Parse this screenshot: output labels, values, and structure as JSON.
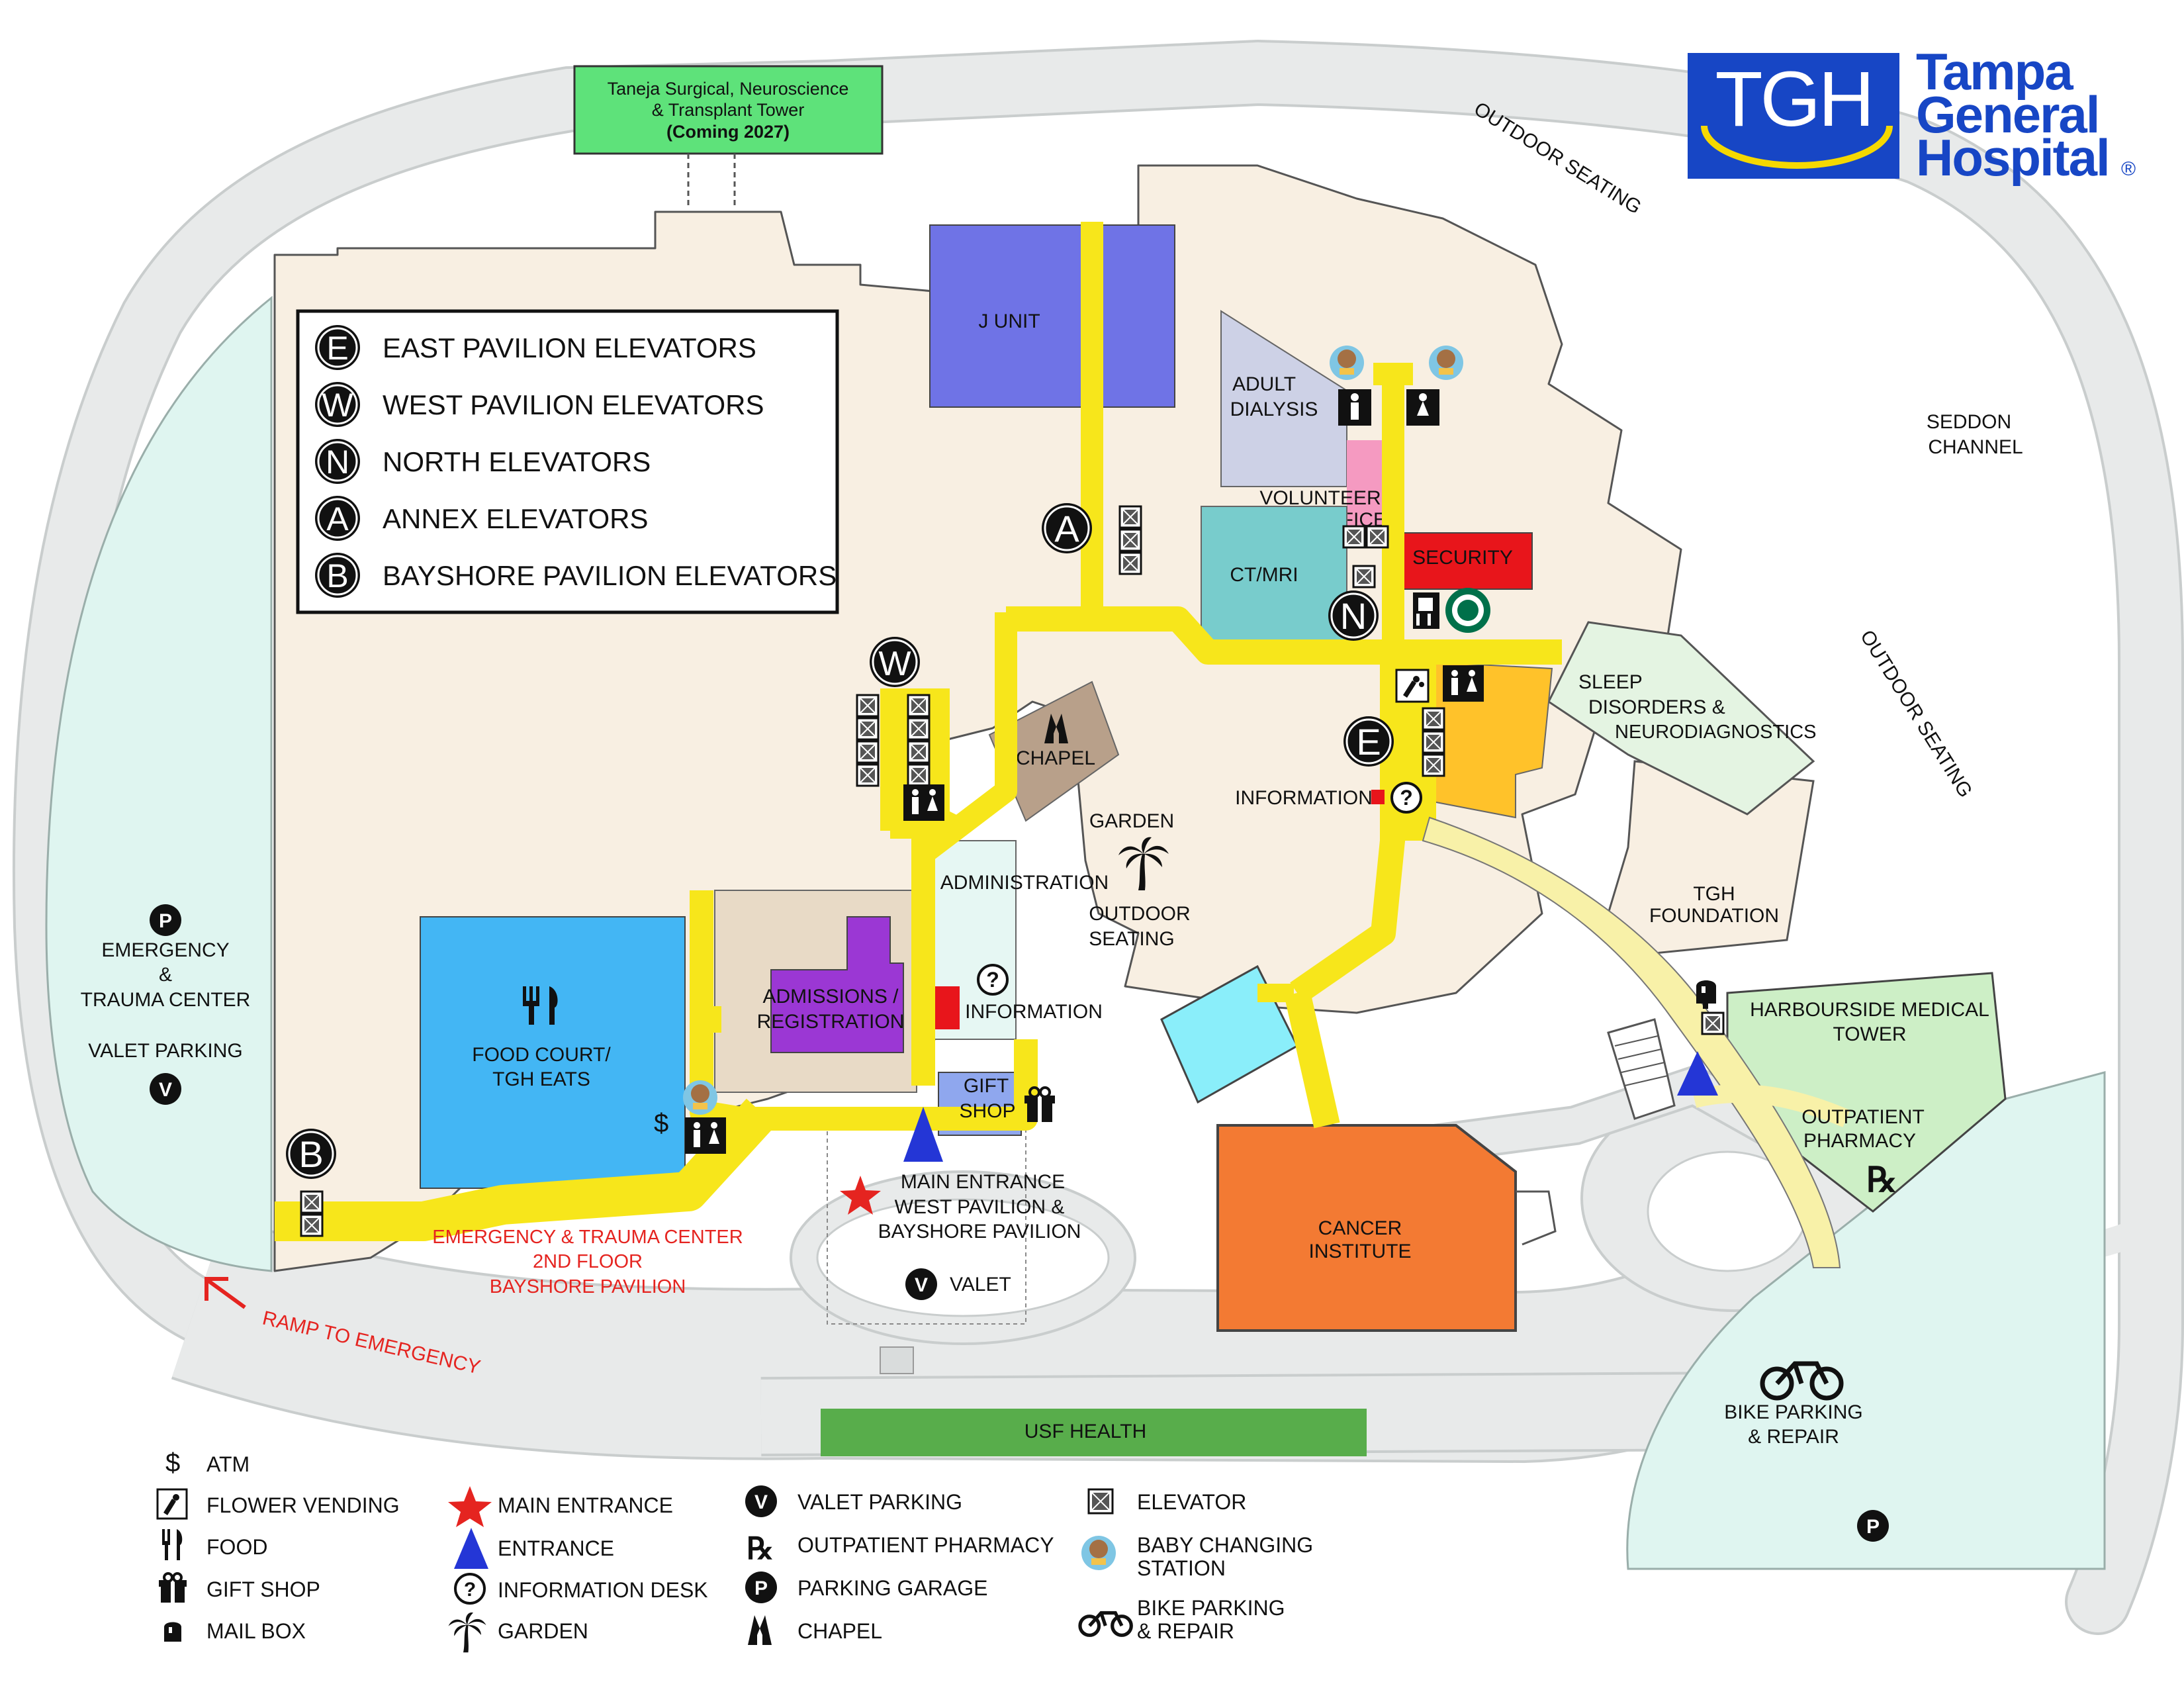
{
  "logo": {
    "mark": "TGH",
    "line1": "Tampa",
    "line2": "General",
    "line3": "Hospital",
    "registered": "®",
    "color": "#1746c5",
    "swoosh": "#f5d800"
  },
  "tower_notice": {
    "line1": "Taneja Surgical, Neuroscience",
    "line2": "& Transplant Tower",
    "line3": "(Coming 2027)"
  },
  "elevator_key": [
    {
      "letter": "E",
      "label": "EAST PAVILION ELEVATORS"
    },
    {
      "letter": "W",
      "label": "WEST PAVILION ELEVATORS"
    },
    {
      "letter": "N",
      "label": "NORTH ELEVATORS"
    },
    {
      "letter": "A",
      "label": "ANNEX ELEVATORS"
    },
    {
      "letter": "B",
      "label": "BAYSHORE PAVILION ELEVATORS"
    }
  ],
  "areas": {
    "j_unit": "J  UNIT",
    "adult_dialysis_1": "ADULT",
    "adult_dialysis_2": "DIALYSIS",
    "volunteer_1": "VOLUNTEER",
    "volunteer_2": "OFFICE",
    "ct_mri": "CT/MRI",
    "security": "SECURITY",
    "chapel": "CHAPEL",
    "garden": "GARDEN",
    "outdoor_1": "OUTDOOR",
    "outdoor_2": "SEATING",
    "information_e": "INFORMATION",
    "administration": "ADMINISTRATION",
    "information_w": "INFORMATION",
    "admissions_1": "ADMISSIONS /",
    "admissions_2": "REGISTRATION",
    "food_court_1": "FOOD COURT/",
    "food_court_2": "TGH EATS",
    "gift_1": "GIFT",
    "gift_2": "SHOP",
    "sleep_1": "SLEEP",
    "sleep_2": "DISORDERS &",
    "sleep_3": "NEURODIAGNOSTICS",
    "foundation_1": "TGH",
    "foundation_2": "FOUNDATION",
    "harbourside_1": "HARBOURSIDE MEDICAL",
    "harbourside_2": "TOWER",
    "outpatient_1": "OUTPATIENT",
    "outpatient_2": "PHARMACY",
    "cancer_1": "CANCER",
    "cancer_2": "INSTITUTE",
    "seddon_1": "SEDDON",
    "seddon_2": "CHANNEL",
    "outdoor_seating_top": "OUTDOOR SEATING",
    "outdoor_seating_right": "OUTDOOR SEATING",
    "emergency_1": "EMERGENCY",
    "emergency_2": "&",
    "emergency_3": "TRAUMA CENTER",
    "valet_parking": "VALET PARKING",
    "main_entrance_1": "MAIN ENTRANCE",
    "main_entrance_2": "WEST PAVILION &",
    "main_entrance_3": "BAYSHORE PAVILION",
    "valet": "VALET",
    "er_note_1": "EMERGENCY & TRAUMA CENTER",
    "er_note_2": "2ND FLOOR",
    "er_note_3": "BAYSHORE PAVILION",
    "ramp": "RAMP TO EMERGENCY",
    "usf_health": "USF HEALTH",
    "bike_1": "BIKE PARKING",
    "bike_2": "& REPAIR"
  },
  "map_glyphs": {
    "dollar": "$",
    "v": "V",
    "p": "P",
    "rx": "℞",
    "question": "?"
  },
  "legend": {
    "col1": [
      {
        "icon": "atm-icon",
        "glyph": "$",
        "label": "ATM"
      },
      {
        "icon": "flower-vending-icon",
        "glyph": "",
        "label": "FLOWER VENDING"
      },
      {
        "icon": "food-icon",
        "glyph": "",
        "label": "FOOD"
      },
      {
        "icon": "gift-shop-icon",
        "glyph": "",
        "label": "GIFT SHOP"
      },
      {
        "icon": "mail-box-icon",
        "glyph": "",
        "label": "MAIL BOX"
      }
    ],
    "col2": [
      {
        "icon": "main-entrance-star-icon",
        "glyph": "★",
        "label": "MAIN ENTRANCE"
      },
      {
        "icon": "entrance-triangle-icon",
        "glyph": "",
        "label": "ENTRANCE"
      },
      {
        "icon": "information-desk-icon",
        "glyph": "?",
        "label": "INFORMATION DESK"
      },
      {
        "icon": "garden-palm-icon",
        "glyph": "",
        "label": "GARDEN"
      }
    ],
    "col3": [
      {
        "icon": "valet-parking-icon",
        "glyph": "V",
        "label": "VALET PARKING"
      },
      {
        "icon": "outpatient-pharmacy-icon",
        "glyph": "℞",
        "label": "OUTPATIENT PHARMACY"
      },
      {
        "icon": "parking-garage-icon",
        "glyph": "P",
        "label": "PARKING GARAGE"
      },
      {
        "icon": "chapel-icon",
        "glyph": "",
        "label": "CHAPEL"
      }
    ],
    "col4": [
      {
        "icon": "elevator-icon",
        "label": "ELEVATOR"
      },
      {
        "icon": "baby-changing-icon",
        "label": "BABY CHANGING",
        "label2": "STATION"
      },
      {
        "icon": "bike-parking-icon",
        "label": "BIKE PARKING",
        "label2": "& REPAIR"
      }
    ]
  },
  "colors": {
    "building": "#f8efe2",
    "corridor": "#f7e61b",
    "road": "#e8eaea",
    "road_edge": "#c9cdcd",
    "water_mint": "#dff5f0",
    "j_unit": "#6f73e6",
    "dialysis": "#cdd1e6",
    "volunteer": "#f59ac1",
    "ct_mri": "#78cccc",
    "security": "#e8151b",
    "chapel": "#b8a08a",
    "admissions_bg": "#e8dac6",
    "admissions": "#9b37d4",
    "food_court": "#43b6f4",
    "gift_shop": "#8fa7ee",
    "east_orange": "#ffc22a",
    "sleep": "#e4f4e2",
    "harbourside": "#cdefc6",
    "cancer": "#f37a33",
    "cyan_block": "#8aeefa",
    "usf": "#58ad4b",
    "tower_green": "#5ee27a",
    "entrance_blue": "#2436d6",
    "star_red": "#e52420"
  }
}
